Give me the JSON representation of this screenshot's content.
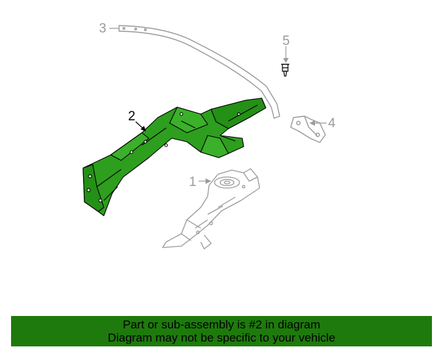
{
  "diagram": {
    "callouts": {
      "part1": "1",
      "part2": "2",
      "part3": "3",
      "part4": "4",
      "part5": "5"
    },
    "highlight_color": "#2e9e1e",
    "outline_color": "#9a9a9a"
  },
  "banner": {
    "line1": "Part or sub-assembly is #2 in diagram",
    "line2": "Diagram may not be specific to your vehicle",
    "background": "#1e7a0c"
  }
}
